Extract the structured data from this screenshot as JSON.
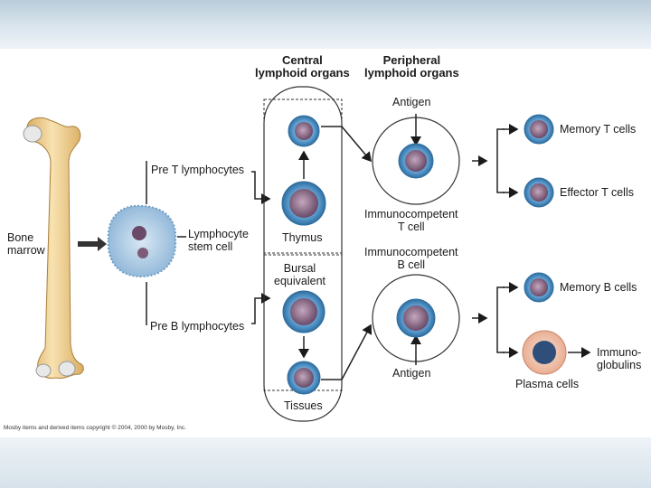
{
  "headers": {
    "central": "Central\nlymphoid organs",
    "peripheral": "Peripheral\nlymphoid organs"
  },
  "labels": {
    "bone_marrow": "Bone\nmarrow",
    "pre_t": "Pre T lymphocytes",
    "pre_b": "Pre B lymphocytes",
    "stem_cell": "Lymphocyte\nstem cell",
    "thymus": "Thymus",
    "bursal": "Bursal\nequivalent",
    "tissues": "Tissues",
    "antigen_top": "Antigen",
    "antigen_bottom": "Antigen",
    "immuno_t": "Immunocompetent\nT cell",
    "immuno_b": "Immunocompetent\nB cell",
    "memory_t": "Memory T cells",
    "effector_t": "Effector T cells",
    "memory_b": "Memory B cells",
    "plasma": "Plasma cells",
    "immunoglobulins": "Immuno-\nglobulins"
  },
  "copyright": "Mosby items and derived items copyright © 2004, 2000 by Mosby, Inc.",
  "colors": {
    "cell_blue": "#4f8fc4",
    "cell_nucleus": "#7d5a78",
    "plasma": "#f2c8b4",
    "bone": "#f4d9a3"
  }
}
